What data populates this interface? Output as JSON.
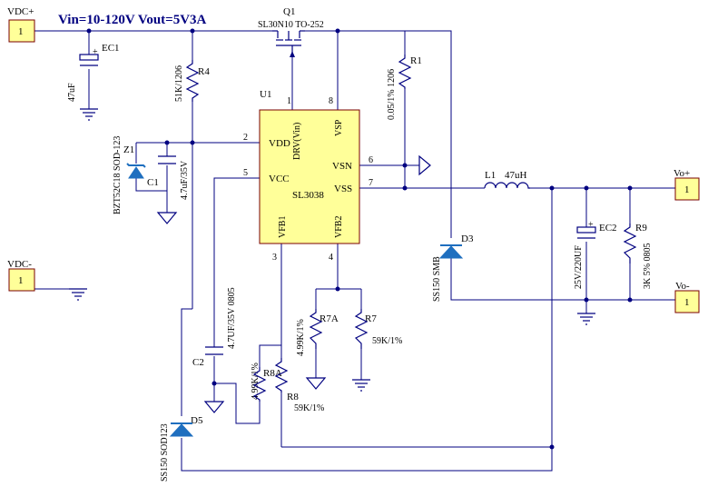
{
  "title": "Vin=10-120V  Vout=5V3A",
  "ports": {
    "vdc_plus": {
      "name": "VDC+",
      "pin": "1"
    },
    "vdc_minus": {
      "name": "VDC-",
      "pin": "1"
    },
    "vo_plus": {
      "name": "Vo+",
      "pin": "1"
    },
    "vo_minus": {
      "name": "Vo-",
      "pin": "1"
    }
  },
  "ic": {
    "ref": "U1",
    "part": "SL3038",
    "pins": {
      "vdd": "VDD",
      "vcc": "VCC",
      "drv": "DRV(Vin)",
      "vsp": "VSP",
      "vsn": "VSN",
      "vss": "VSS",
      "vfb1": "VFB1",
      "vfb2": "VFB2"
    },
    "pin_numbers": {
      "p1": "1",
      "p2": "2",
      "p3": "3",
      "p4": "4",
      "p5": "5",
      "p6": "6",
      "p7": "7",
      "p8": "8"
    }
  },
  "components": {
    "q1": {
      "ref": "Q1",
      "value": "SL30N10 TO-252"
    },
    "ec1": {
      "ref": "EC1",
      "value": "47uF"
    },
    "r4": {
      "ref": "R4",
      "value": "51K/1206"
    },
    "r1": {
      "ref": "R1",
      "value": "0.05/1% 1206"
    },
    "z1": {
      "ref": "Z1",
      "value": "BZT52C18 SOD-123"
    },
    "c1": {
      "ref": "C1",
      "value": "4.7uF/35V"
    },
    "l1": {
      "ref": "L1",
      "value": "47uH"
    },
    "d3": {
      "ref": "D3",
      "value": "SS150 SMB"
    },
    "ec2": {
      "ref": "EC2",
      "value": "25V/220UF"
    },
    "r9": {
      "ref": "R9",
      "value": "3K 5% 0805"
    },
    "r7a": {
      "ref": "R7A",
      "value": "4.99K/1%"
    },
    "r7": {
      "ref": "R7",
      "value": "59K/1%"
    },
    "c2": {
      "ref": "C2",
      "value": "4.7UF/35V 0805"
    },
    "r8a": {
      "ref": "R8A",
      "value": "4.99K/1%"
    },
    "r8": {
      "ref": "R8",
      "value": "59K/1%"
    },
    "d5": {
      "ref": "D5",
      "value": "SS150 SOD123"
    }
  },
  "colors": {
    "wire": "#000080",
    "port_fill": "#ffff99",
    "port_border": "#7a0000",
    "diode": "#1f6fbf",
    "title": "#000080"
  }
}
